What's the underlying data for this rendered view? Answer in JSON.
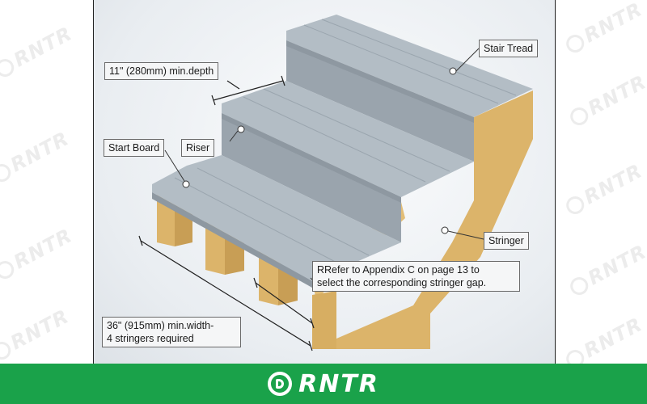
{
  "watermark": {
    "text": "RNTR"
  },
  "labels": {
    "min_depth": "11\" (280mm) min.depth",
    "stair_tread": "Stair Tread",
    "start_board": "Start Board",
    "riser": "Riser",
    "stringer": "Stringer",
    "appendix_line1": "RRefer to Appendix C on page 13 to",
    "appendix_line2": "select the corresponding stringer gap.",
    "min_width_line1": "36\" (915mm) min.width-",
    "min_width_line2": "4 stringers required"
  },
  "footer": {
    "brand": "RNTR"
  },
  "colors": {
    "tread_top": "#aeb8c0",
    "tread_front": "#9aa4ad",
    "stringer": "#dcb46a",
    "stringer_dark": "#c89e55",
    "brand_green": "#1aa24a"
  }
}
